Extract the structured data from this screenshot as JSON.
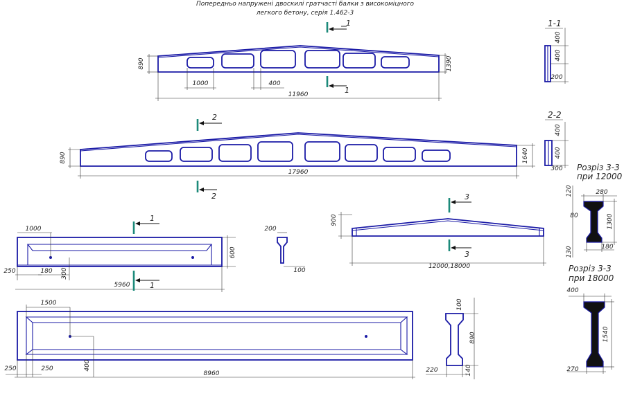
{
  "title": {
    "line1": "Попередньо напружені двоскилі гратчасті балки з високоміцного",
    "line2": "легкого бетону, серія 1.462-3"
  },
  "beam12": {
    "h_left": "890",
    "h_right": "1390",
    "panel": "1000",
    "gap": "400",
    "length": "11960",
    "cut_label": "1"
  },
  "beam18": {
    "h_left": "890",
    "h_right": "1640",
    "length": "17960",
    "cut_label": "2"
  },
  "section11": {
    "title": "1-1",
    "d1": "400",
    "d2": "400",
    "d3": "200"
  },
  "section22": {
    "title": "2-2",
    "d1": "400",
    "d2": "400",
    "d3": "300"
  },
  "section33a": {
    "title1": "Розріз 3-3",
    "title2": "при 12000",
    "top_flange": "120",
    "top_width": "280",
    "web": "80",
    "height": "1300",
    "bottom_flange": "130",
    "bottom_width": "180"
  },
  "section33b": {
    "title1": "Розріз 3-3",
    "title2": "при 18000",
    "top_width": "400",
    "height": "1540",
    "bottom_width": "270"
  },
  "slab6": {
    "rib": "1000",
    "edge": "250",
    "d180": "180",
    "d300": "300",
    "height": "600",
    "length": "5960",
    "cut_label": "1"
  },
  "slab6_section": {
    "top": "200",
    "bottom": "100"
  },
  "truss_small": {
    "height": "900",
    "length": "12000,18000",
    "cut_label": "3"
  },
  "slab9": {
    "rib": "1500",
    "edge_left": "250",
    "edge_inner": "250",
    "d400": "400",
    "length": "8960"
  },
  "slab9_section": {
    "top": "100",
    "height": "890",
    "bottom_h": "140",
    "bottom": "220"
  }
}
